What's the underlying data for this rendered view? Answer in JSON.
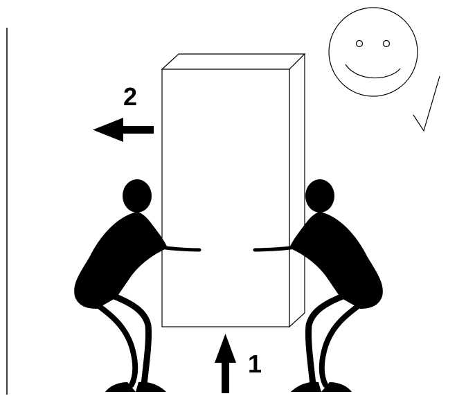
{
  "steps": [
    {
      "number": "1",
      "direction": "up"
    },
    {
      "number": "2",
      "direction": "left"
    }
  ],
  "icons": {
    "face": "smiley-face-icon",
    "check": "check-mark-icon"
  },
  "colors": {
    "figure": "#000000",
    "outline": "#000000",
    "background": "#ffffff",
    "box_fill": "#ffffff"
  }
}
